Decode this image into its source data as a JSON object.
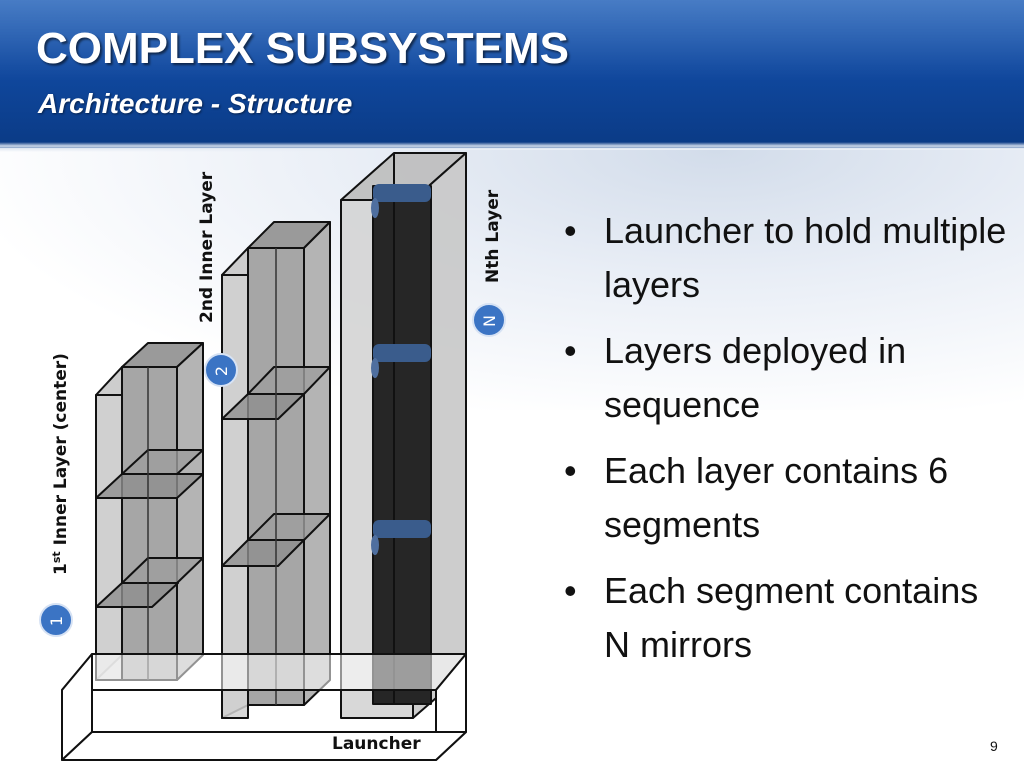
{
  "slide": {
    "title": "COMPLEX SUBSYSTEMS",
    "subtitle": "Architecture - Structure",
    "page_number": "9"
  },
  "diagram": {
    "layer1_label_prefix": "1",
    "layer1_label_sup": "st",
    "layer1_label_rest": " Inner Layer (center)",
    "layer2_label": "2nd Inner Layer",
    "layerN_label": "Nth Layer",
    "badge1": "1",
    "badge2": "2",
    "badgeN": "N",
    "launcher_label": "Launcher"
  },
  "bullets": [
    "Launcher to hold multiple layers",
    "Layers deployed in sequence",
    "Each layer contains 6 segments",
    "Each segment contains N mirrors"
  ],
  "colors": {
    "header_blue": "#1049a0",
    "badge_blue": "#3b74c4",
    "dark_core": "#262626",
    "segment_gray": "#a8a8a8"
  }
}
